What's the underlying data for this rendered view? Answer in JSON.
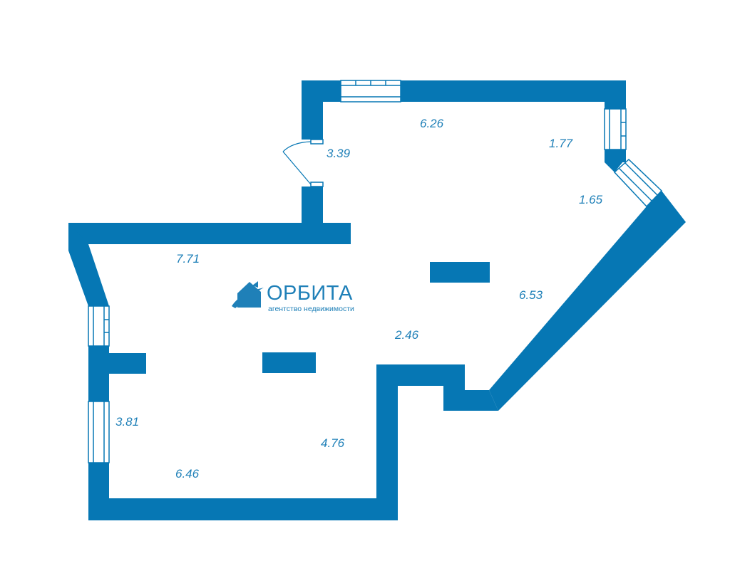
{
  "colors": {
    "wall": "#0677b4",
    "window_frame": "#0677b4",
    "window_fill": "#ffffff",
    "dimension_text": "#1f80b8",
    "logo": "#1f80b8",
    "background": "#ffffff"
  },
  "logo": {
    "name": "ОРБИТА",
    "tagline": "агентство недвижимости",
    "icon": "house-orbit-icon"
  },
  "dimensions": {
    "top_wall": "6.26",
    "entry_wall": "3.39",
    "upper_right_short": "1.77",
    "right_bevel": "1.65",
    "left_top_wall": "7.71",
    "right_diagonal": "6.53",
    "center": "2.46",
    "left_lower_wall": "3.81",
    "lower_inner_wall": "4.76",
    "bottom_wall": "6.46"
  }
}
